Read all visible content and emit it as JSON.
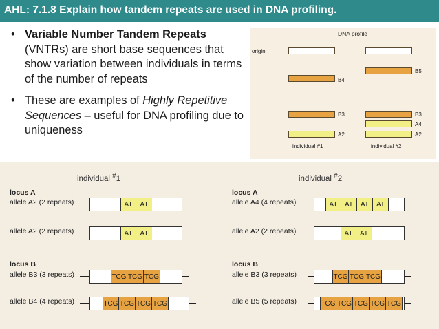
{
  "title": "AHL: 7.1.8 Explain how tandem repeats are used in DNA profiling.",
  "bullets": {
    "b1_bold": "Variable Number Tandem Repeats",
    "b1_rest": " (VNTRs) are short base sequences that show variation between individuals in terms of the number of repeats",
    "b2_pre": "These are examples of ",
    "b2_italic": "Highly Repetitive Sequences",
    "b2_post": " – useful for DNA profiling due to uniqueness",
    "glyph": "•"
  },
  "profile": {
    "title": "DNA profile",
    "origin": "origin",
    "ind1": "individual #1",
    "ind2": "individual #2",
    "band_labels": {
      "b4": "B4",
      "b5": "B5",
      "b3_1": "B3",
      "b3_2": "B3",
      "a4": "A4",
      "a2_1": "A2",
      "a2_2": "A2"
    },
    "colors": {
      "tcg_band": "#e7a341",
      "at_band": "#f1ef86"
    }
  },
  "diagram": {
    "ind1": {
      "label": "individual ",
      "hash": "#",
      "num": "1"
    },
    "ind2": {
      "label": "individual ",
      "hash": "#",
      "num": "2"
    },
    "locus_a": "locus A",
    "locus_b": "locus B",
    "alleles": {
      "l_a1": "allele A2 (2 repeats)",
      "l_a2": "allele A2 (2 repeats)",
      "l_b1": "allele B3 (3 repeats)",
      "l_b2": "allele B4 (4 repeats)",
      "r_a1": "allele A4 (4 repeats)",
      "r_a2": "allele A2 (2 repeats)",
      "r_b1": "allele B3 (3 repeats)",
      "r_b2": "allele B5 (5 repeats)"
    },
    "repeat_at": "AT",
    "repeat_tcg": "TCG"
  },
  "colors": {
    "title_bar": "#2f8a8b",
    "diagram_bg": "#f4ede2",
    "profile_bg": "#f7efe2"
  }
}
